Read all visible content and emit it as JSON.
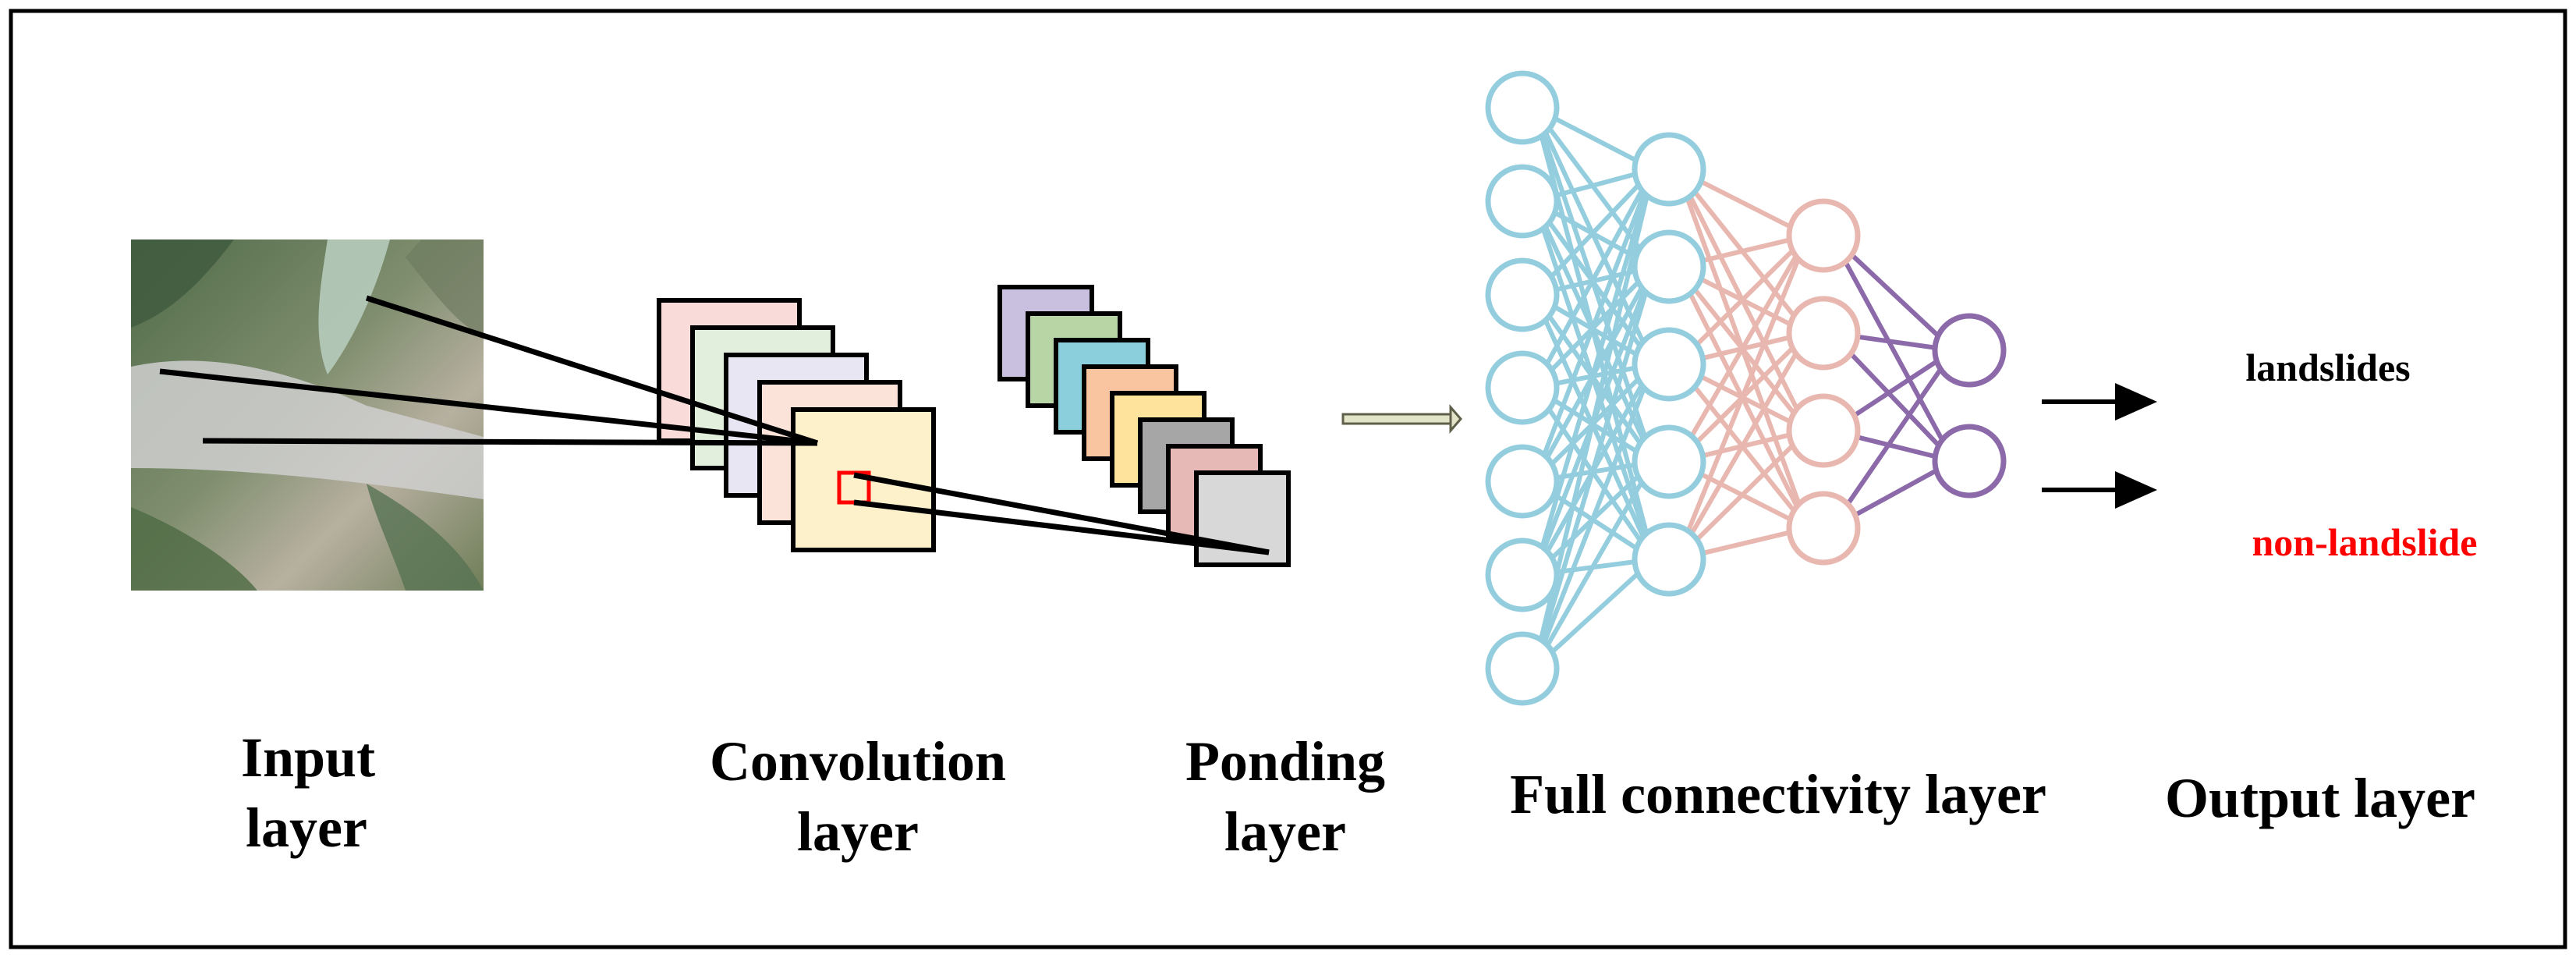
{
  "labels": {
    "input": [
      "Input",
      "layer"
    ],
    "convolution": [
      "Convolution",
      "layer"
    ],
    "ponding": [
      "Ponding",
      "layer"
    ],
    "full": "Full connectivity layer",
    "output": "Output layer"
  },
  "outputs": {
    "positive": "landslides",
    "negative": "non-landslide"
  },
  "network": {
    "layer_sizes": [
      7,
      5,
      4,
      2
    ],
    "layer_colors": [
      "#94cede",
      "#e8b8b0",
      "#8c6aaa"
    ]
  },
  "colors": {
    "conv_maps": [
      "#f9dcd9",
      "#e3efdd",
      "#e9e6f3",
      "#fbe3da",
      "#fdf1cc"
    ],
    "pool_maps": [
      "#c8c0de",
      "#b8d6a5",
      "#8ccfdc",
      "#f9c4a0",
      "#fde39c",
      "#a6a6a6",
      "#e6b9b6",
      "#d8d8d8"
    ],
    "kernel": "#ff0000",
    "negative_text": "#ff0000",
    "node_default": "#94cede"
  }
}
